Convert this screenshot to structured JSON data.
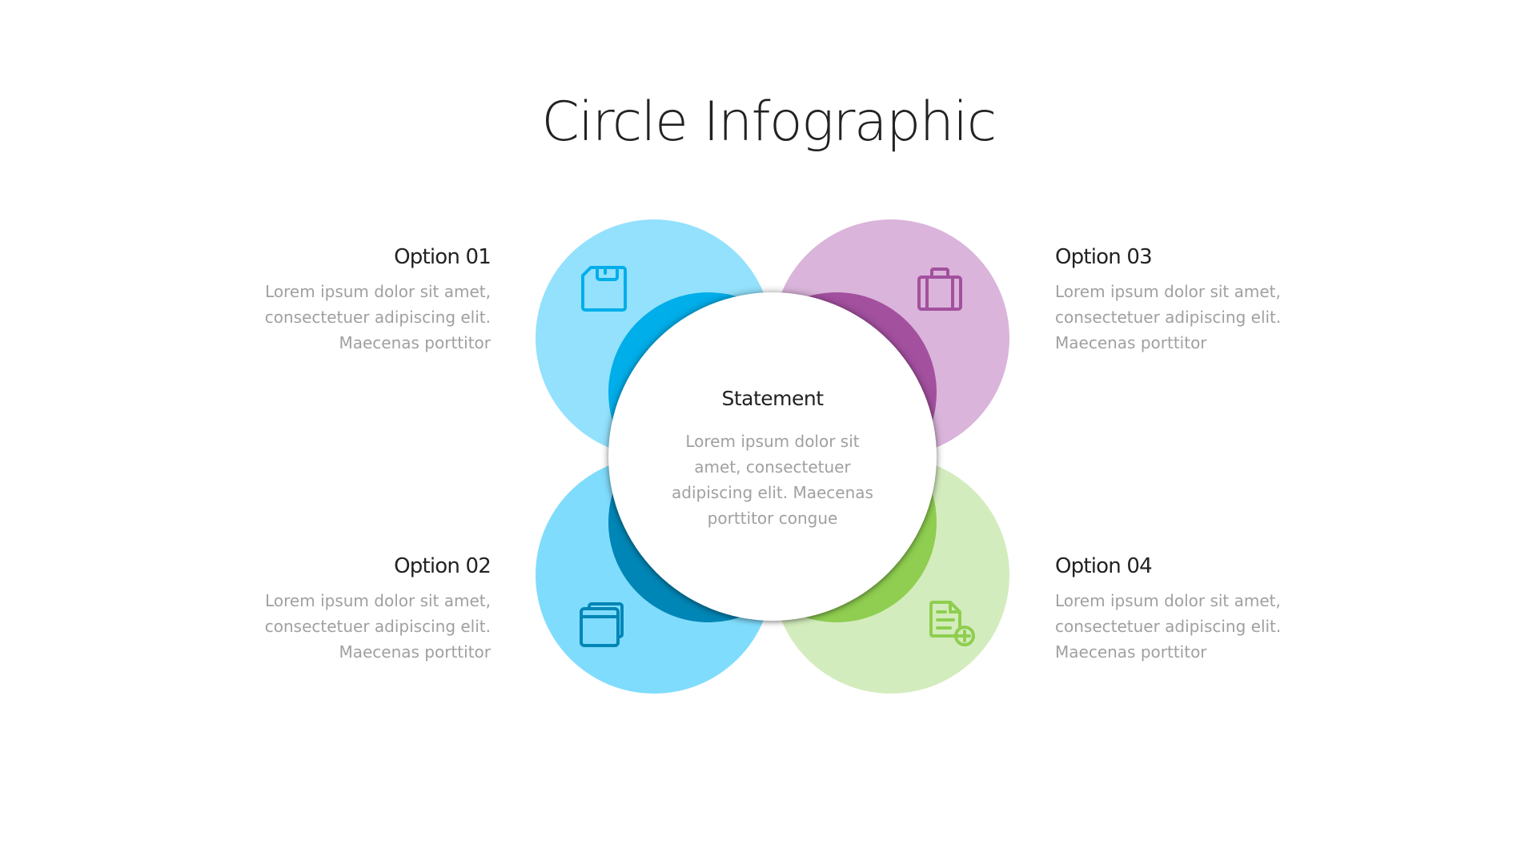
{
  "title": "Circle Infographic",
  "center": {
    "title": "Statement",
    "body": "Lorem ipsum dolor sit amet, consectetuer adipiscing elit. Maecenas porttitor congue"
  },
  "options": [
    {
      "title": "Option 01",
      "body": "Lorem ipsum dolor sit amet, consectetuer adipiscing elit. Maecenas porttitor",
      "icon": "floppy-disk-icon",
      "petal_color": "#93e1fc",
      "inner_color": "#00aeea",
      "icon_color": "#00aeea"
    },
    {
      "title": "Option 02",
      "body": "Lorem ipsum dolor sit amet, consectetuer adipiscing elit. Maecenas porttitor",
      "icon": "windows-stack-icon",
      "petal_color": "#80dcfc",
      "inner_color": "#0086b6",
      "icon_color": "#0086b6"
    },
    {
      "title": "Option 03",
      "body": "Lorem ipsum dolor sit amet, consectetuer adipiscing elit. Maecenas porttitor",
      "icon": "briefcase-icon",
      "petal_color": "#dab4da",
      "inner_color": "#a3509f",
      "icon_color": "#a3509f"
    },
    {
      "title": "Option 04",
      "body": "Lorem ipsum dolor sit amet, consectetuer adipiscing elit. Maecenas porttitor",
      "icon": "document-add-icon",
      "petal_color": "#d3ecbd",
      "inner_color": "#8fce50",
      "icon_color": "#8fce50"
    }
  ]
}
